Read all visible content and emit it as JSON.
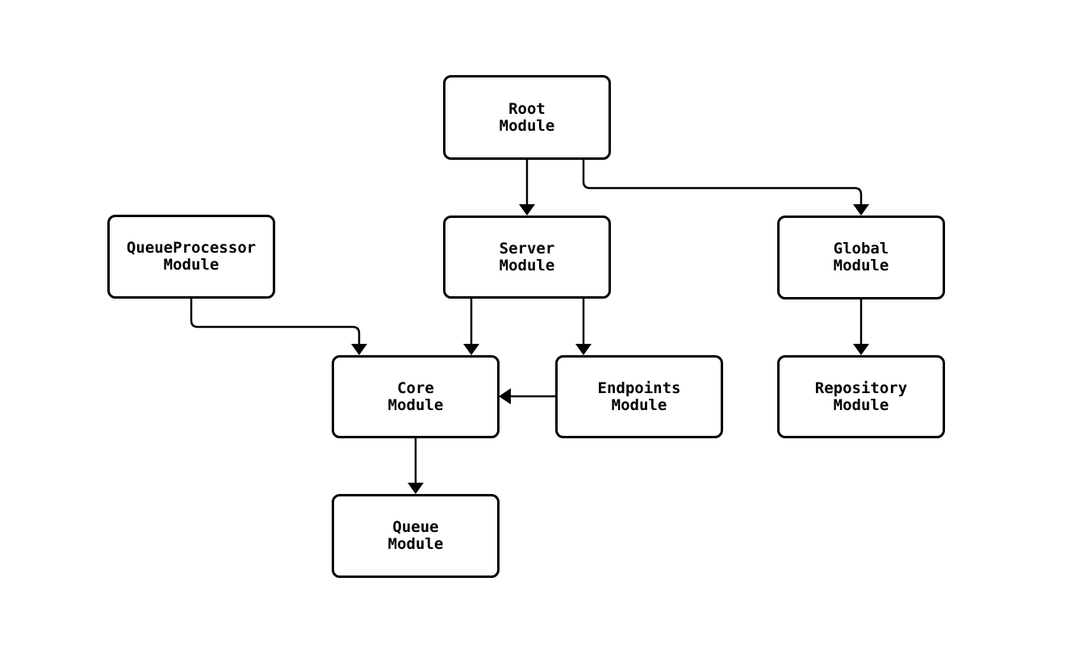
{
  "diagram": {
    "type": "flowchart",
    "colors": {
      "background": "#ffffff",
      "node_fill": "#ffffff",
      "node_border": "#000000",
      "edge_stroke": "#000000",
      "text": "#000000"
    },
    "nodes": [
      {
        "id": "root",
        "lines": [
          "Root",
          "Module"
        ]
      },
      {
        "id": "queueprocessor",
        "lines": [
          "QueueProcessor",
          "Module"
        ]
      },
      {
        "id": "server",
        "lines": [
          "Server",
          "Module"
        ]
      },
      {
        "id": "global",
        "lines": [
          "Global",
          "Module"
        ]
      },
      {
        "id": "core",
        "lines": [
          "Core",
          "Module"
        ]
      },
      {
        "id": "endpoints",
        "lines": [
          "Endpoints",
          "Module"
        ]
      },
      {
        "id": "repository",
        "lines": [
          "Repository",
          "Module"
        ]
      },
      {
        "id": "queue",
        "lines": [
          "Queue",
          "Module"
        ]
      }
    ],
    "edges": [
      {
        "from": "root",
        "to": "server"
      },
      {
        "from": "root",
        "to": "global"
      },
      {
        "from": "queueprocessor",
        "to": "core"
      },
      {
        "from": "server",
        "to": "core"
      },
      {
        "from": "server",
        "to": "endpoints"
      },
      {
        "from": "endpoints",
        "to": "core"
      },
      {
        "from": "global",
        "to": "repository"
      },
      {
        "from": "core",
        "to": "queue"
      }
    ]
  }
}
